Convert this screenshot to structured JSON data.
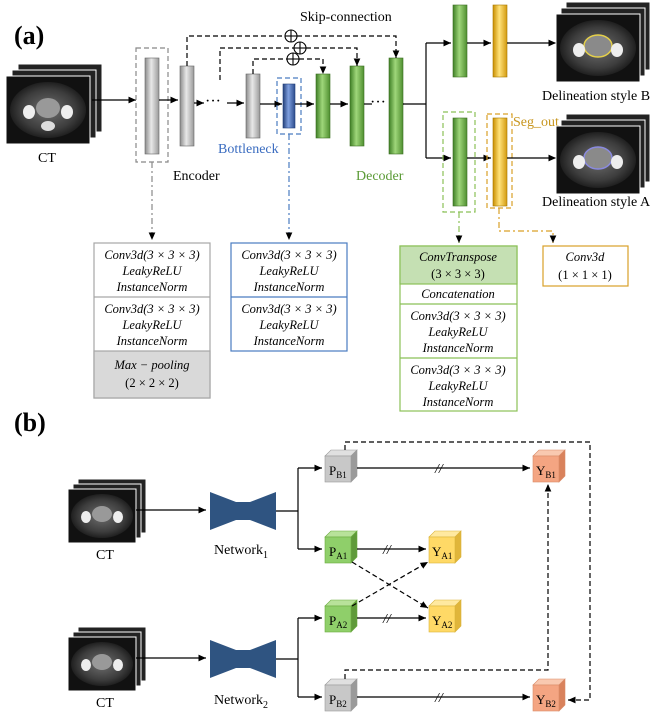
{
  "panel_a": {
    "label": "(a)",
    "input_label": "CT",
    "skip_connection": "Skip-connection",
    "encoder": "Encoder",
    "bottleneck": "Bottleneck",
    "decoder": "Decoder",
    "seg_out": "Seg_out",
    "output_b": "Delineation style B",
    "output_a": "Delineation style A",
    "encoder_box": [
      "Conv3d(3 × 3 × 3)",
      "LeakyReLU",
      "InstanceNorm",
      "Conv3d(3 × 3 × 3)",
      "LeakyReLU",
      "InstanceNorm",
      "Max − pooling",
      "(2 × 2 × 2)"
    ],
    "bottleneck_box": [
      "Conv3d(3 × 3 × 3)",
      "LeakyReLU",
      "InstanceNorm",
      "Conv3d(3 × 3 × 3)",
      "LeakyReLU",
      "InstanceNorm"
    ],
    "decoder_box": [
      "ConvTranspose",
      "(3 × 3 × 3)",
      "Concatenation",
      "Conv3d(3 × 3 × 3)",
      "LeakyReLU",
      "InstanceNorm",
      "Conv3d(3 × 3 × 3)",
      "LeakyReLU",
      "InstanceNorm"
    ],
    "output_box": [
      "Conv3d",
      "(1 × 1 × 1)"
    ]
  },
  "panel_b": {
    "label": "(b)",
    "ct_top": "CT",
    "ct_bottom": "CT",
    "network1": "Network",
    "network1_sub": "1",
    "network2": "Network",
    "network2_sub": "2",
    "nodes": {
      "pb1": {
        "main": "P",
        "sub": "B1"
      },
      "pa1": {
        "main": "P",
        "sub": "A1"
      },
      "pa2": {
        "main": "P",
        "sub": "A2"
      },
      "pb2": {
        "main": "P",
        "sub": "B2"
      },
      "ya1": {
        "main": "Y",
        "sub": "A1"
      },
      "ya2": {
        "main": "Y",
        "sub": "A2"
      },
      "yb1": {
        "main": "Y",
        "sub": "B1"
      },
      "yb2": {
        "main": "Y",
        "sub": "B2"
      }
    },
    "stop_grad": "//"
  },
  "colors": {
    "gray_block": "#b3b3b3",
    "green_block": "#6aab3e",
    "yellow_block": "#f2b51b",
    "blue_block": "#3a5ea8",
    "network": "#2f5481",
    "cube_gray": "#c8c8c8",
    "cube_green": "#8fcf6a",
    "cube_yellow": "#ffd966",
    "cube_orange": "#f4a582",
    "box_blue": "#4a7cc0",
    "box_green": "#8bc057",
    "box_orange": "#d9a128",
    "box_gray": "#a6a6a6"
  }
}
